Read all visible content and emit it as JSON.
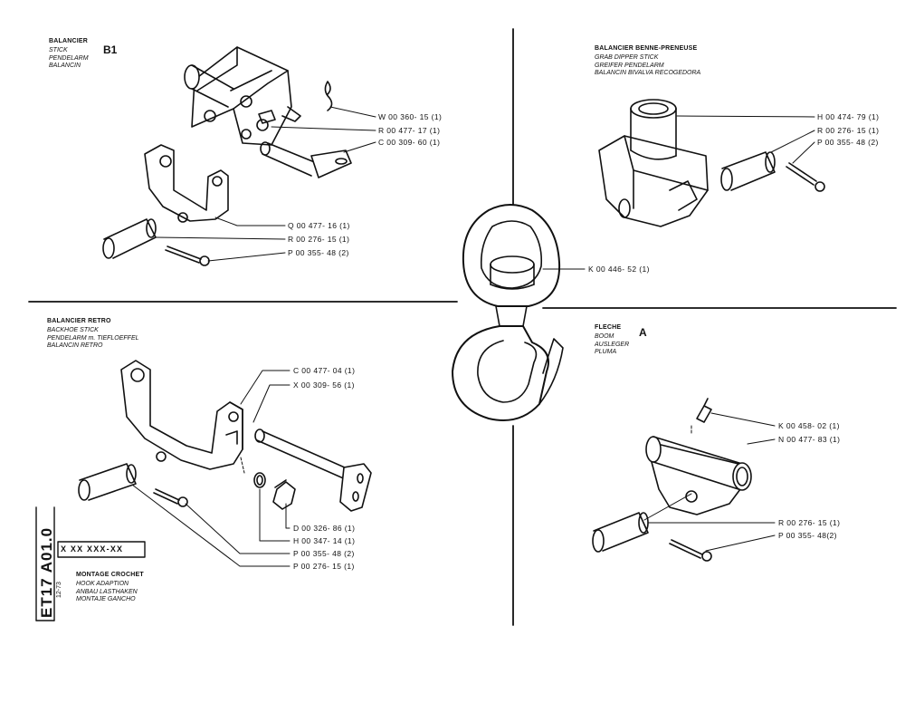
{
  "sections": {
    "b1": {
      "lines": [
        "BALANCIER",
        "STICK",
        "PENDELARM",
        "BALANCIN"
      ],
      "tag": "B1",
      "parts": [
        "W 00 360- 15 (1)",
        "R 00 477- 17 (1)",
        "C 00 309- 60 (1)",
        "Q 00 477- 16 (1)",
        "R 00 276- 15 (1)",
        "P 00 355- 48 (2)"
      ]
    },
    "grab": {
      "lines": [
        "BALANCIER BENNE-PRENEUSE",
        "GRAB DIPPER STICK",
        "GREIFER PENDELARM",
        "BALANCIN BIVALVA RECOGEDORA"
      ],
      "parts": [
        "H 00 474- 79 (1)",
        "R 00 276- 15 (1)",
        "P 00 355- 48 (2)"
      ]
    },
    "hook": {
      "parts": [
        "K 00 446- 52 (1)"
      ]
    },
    "retro": {
      "lines": [
        "BALANCIER RETRO",
        "BACKHOE STICK",
        "PENDELARM m. TIEFLOEFFEL",
        "BALANCIN RETRO"
      ],
      "parts": [
        "C 00 477- 04 (1)",
        "X 00 309- 56 (1)",
        "D 00 326- 86 (1)",
        "H 00 347- 14 (1)",
        "P 00 355- 48 (2)",
        "P 00 276- 15 (1)"
      ]
    },
    "fleche": {
      "lines": [
        "FLECHE",
        "BOOM",
        "AUSLEGER",
        "PLUMA"
      ],
      "tag": "A",
      "parts": [
        "K 00 458- 02 (1)",
        "N 00 477- 83 (1)",
        "R 00 276- 15 (1)",
        "P 00 355- 48(2)"
      ]
    }
  },
  "titleblock": {
    "code": "ET17  A01.0",
    "date": "12-73",
    "number": "X XX XXX-XX",
    "lines": [
      "MONTAGE CROCHET",
      "HOOK ADAPTION",
      "ANBAU LASTHAKEN",
      "MONTAJE GANCHO"
    ]
  }
}
